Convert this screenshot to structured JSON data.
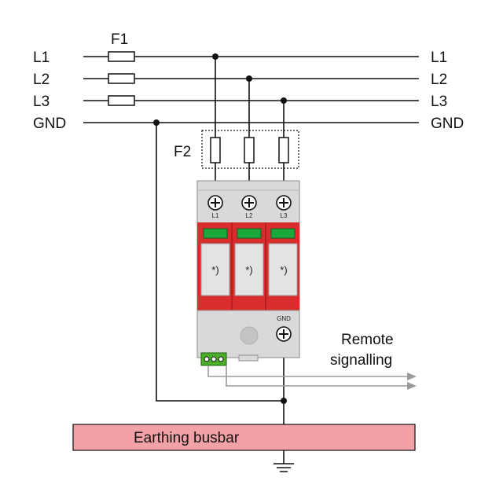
{
  "lines": {
    "left": [
      "L1",
      "L2",
      "L3",
      "GND"
    ],
    "right": [
      "L1",
      "L2",
      "L3",
      "GND"
    ]
  },
  "fuses": {
    "f1": "F1",
    "f2": "F2"
  },
  "spd": {
    "top_terminals": [
      "L1",
      "L2",
      "L3"
    ],
    "module_marks": [
      "*)",
      "*)",
      "*)"
    ],
    "gnd_terminal": "GND"
  },
  "remote_signalling": {
    "line1": "Remote",
    "line2": "signalling"
  },
  "busbar": {
    "label": "Earthing busbar"
  },
  "colors": {
    "wire": "#111111",
    "spd_body": "#d9d9d9",
    "spd_red": "#d92d2d",
    "indicator_green": "#1aa83c",
    "busbar_fill": "#f2a1a6",
    "signal_wire": "#9a9a9a",
    "connector_green": "#4caf2a"
  }
}
